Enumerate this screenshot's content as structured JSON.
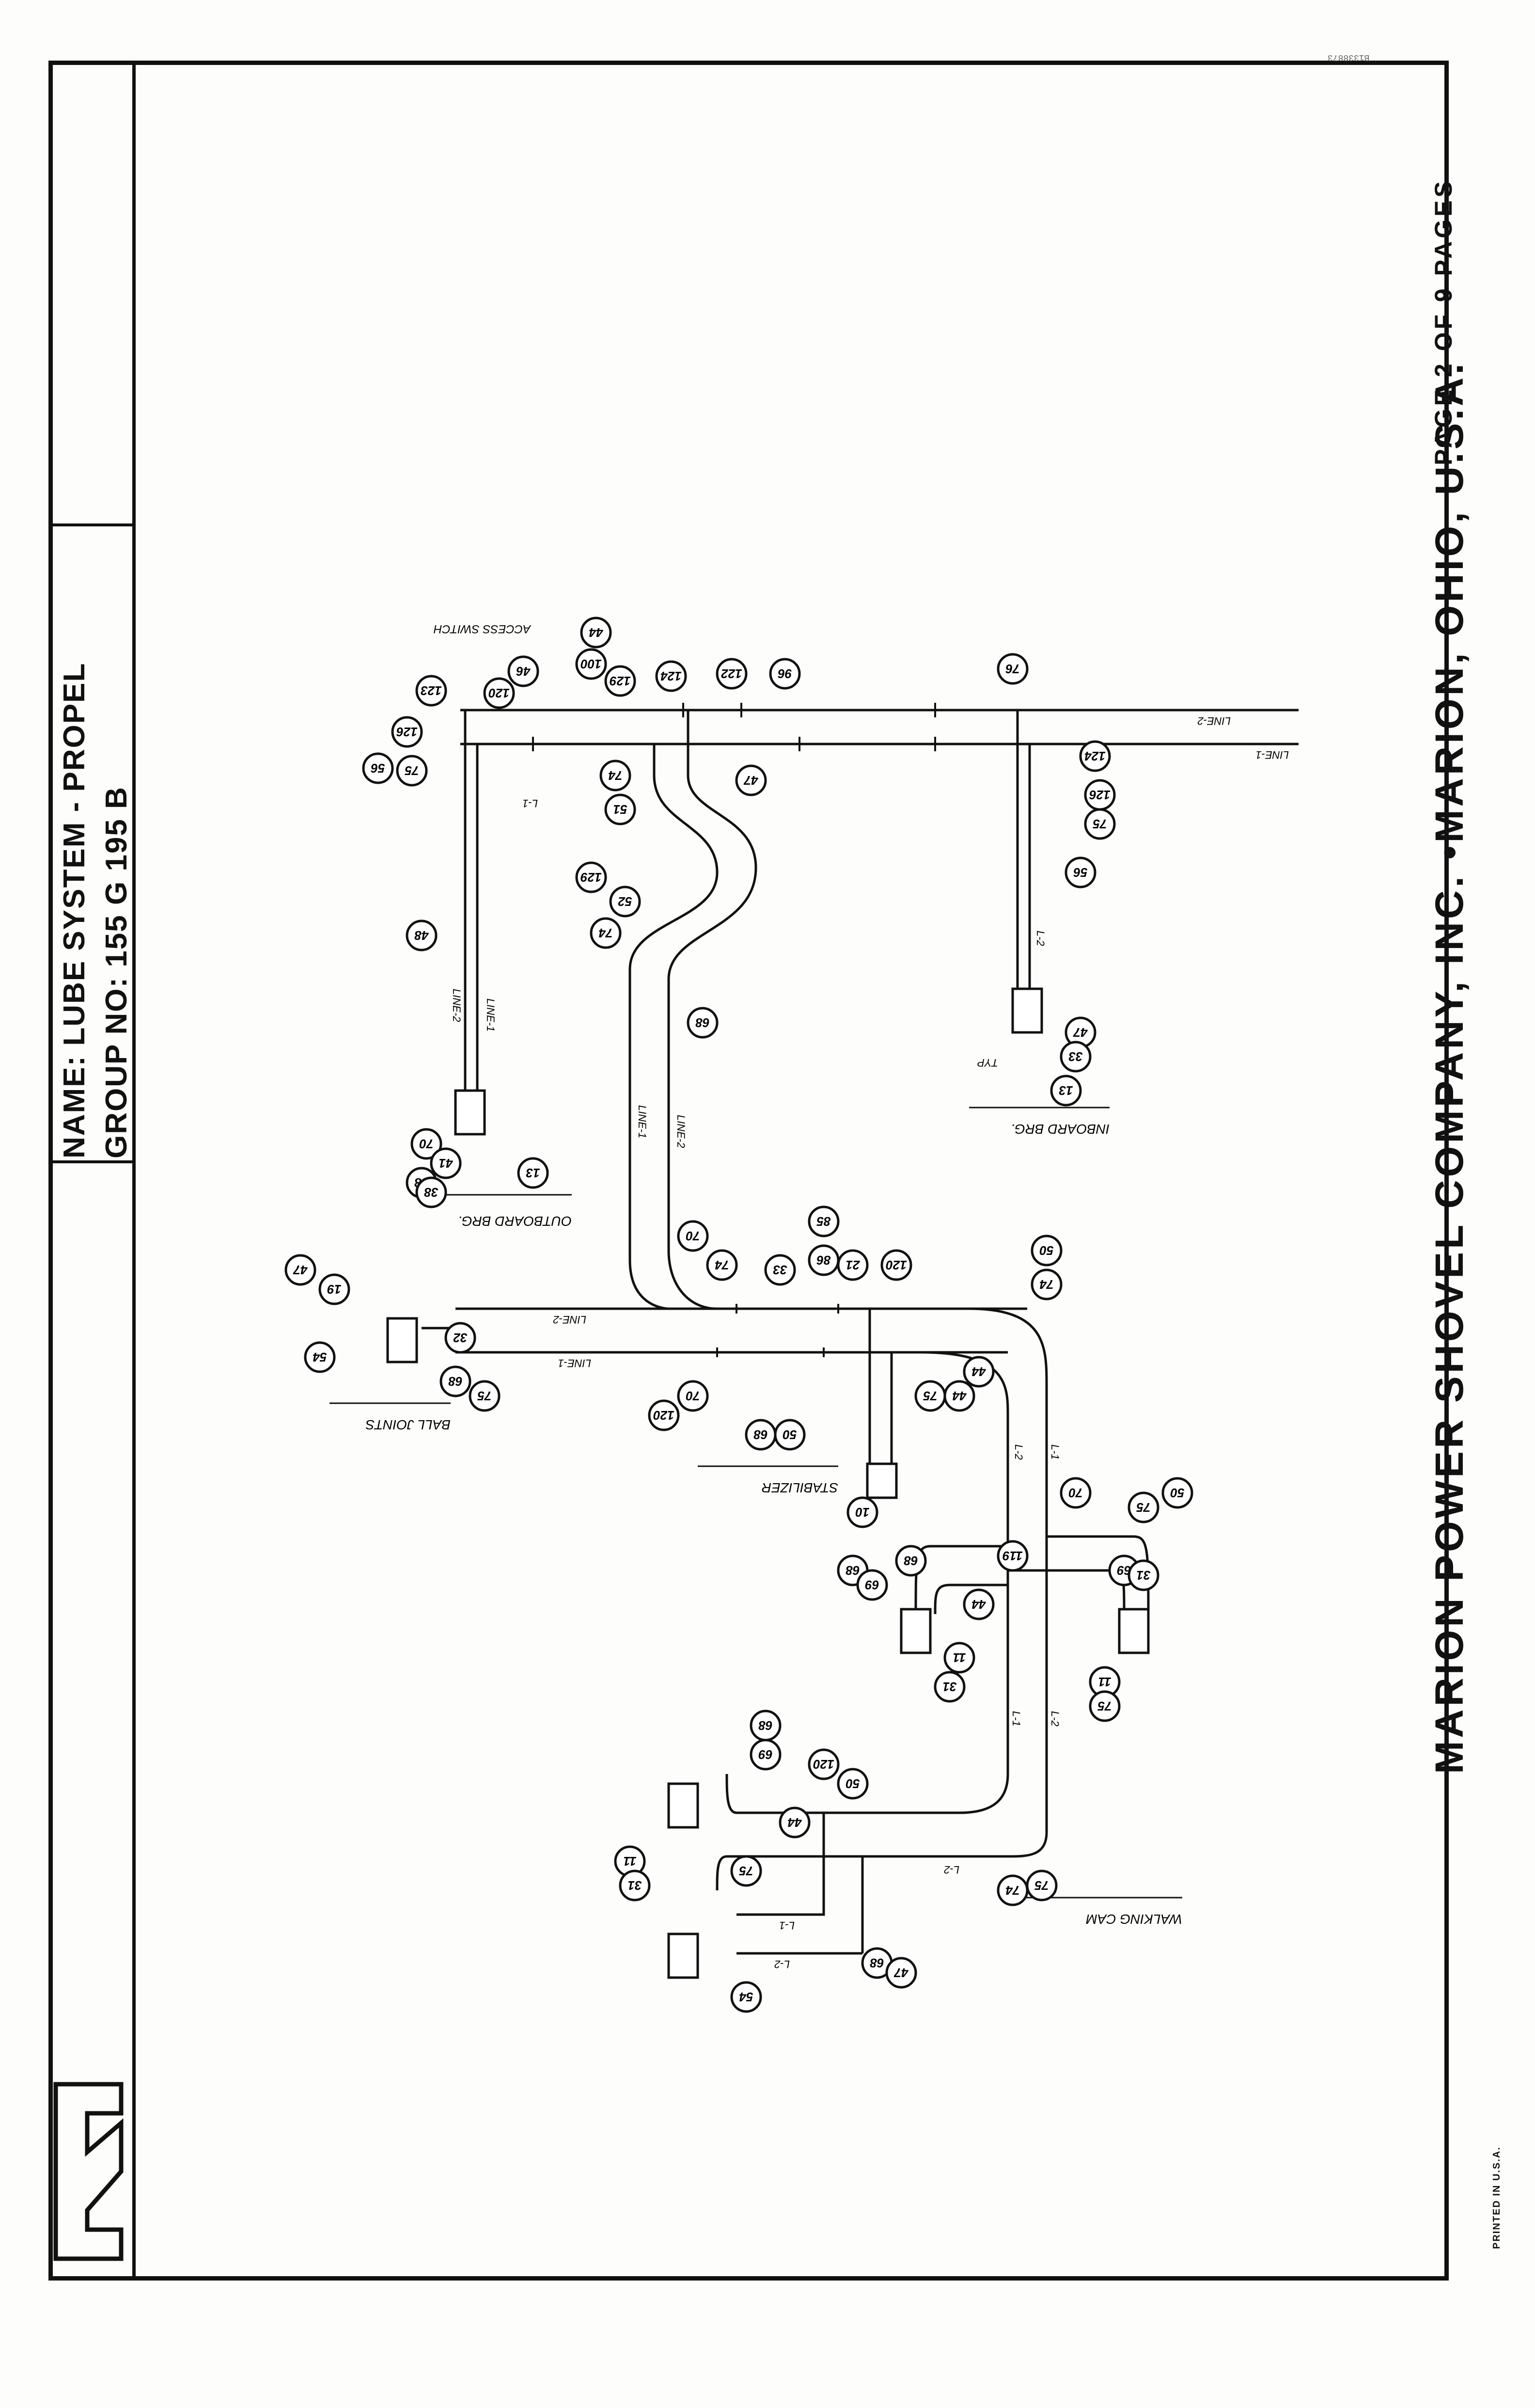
{
  "title_block": {
    "name_label": "NAME:",
    "name_value": "LUBE SYSTEM - PROPEL",
    "group_label": "GROUP NO:",
    "group_value": "155 G 195 B"
  },
  "footer": {
    "company": "MARION POWER SHOVEL COMPANY, INC. •MARION, OHIO, U.S.A.",
    "page": "PAGE 2 OF 9 PAGES",
    "printed": "PRINTED IN U.S.A."
  },
  "doc_number": "B1338873",
  "colors": {
    "ink": "#111111",
    "paper": "#fdfdfb"
  },
  "logo": {
    "icon": "marion-m-logo-icon"
  },
  "diagram": {
    "group_labels": [
      "OUTBOARD BRG.",
      "INBOARD BRG.",
      "BALL JOINTS",
      "STABILIZER",
      "WALKING CAM"
    ],
    "line_labels": {
      "line1": "LINE-1",
      "line2": "LINE-2",
      "l1": "L-1",
      "l2": "L-2"
    },
    "switch_label": "ACCESS SWITCH",
    "typ_label": "TYP",
    "callouts": [
      "96",
      "122",
      "124",
      "129",
      "100",
      "46",
      "120",
      "44",
      "123",
      "126",
      "56",
      "75",
      "74",
      "51",
      "47",
      "129",
      "52",
      "74",
      "76",
      "124",
      "126",
      "75",
      "56",
      "48",
      "68",
      "47",
      "33",
      "13",
      "70",
      "41",
      "48",
      "38",
      "13",
      "70",
      "74",
      "33",
      "85",
      "86",
      "21",
      "120",
      "50",
      "74",
      "47",
      "19",
      "32",
      "68",
      "75",
      "54",
      "70",
      "120",
      "44",
      "44",
      "75",
      "68",
      "50",
      "10",
      "70",
      "75",
      "50",
      "68",
      "69",
      "119",
      "44",
      "68",
      "69",
      "31",
      "11",
      "31",
      "11",
      "75",
      "68",
      "69",
      "120",
      "50",
      "44",
      "11",
      "31",
      "75",
      "68",
      "47",
      "74",
      "75",
      "54"
    ]
  }
}
